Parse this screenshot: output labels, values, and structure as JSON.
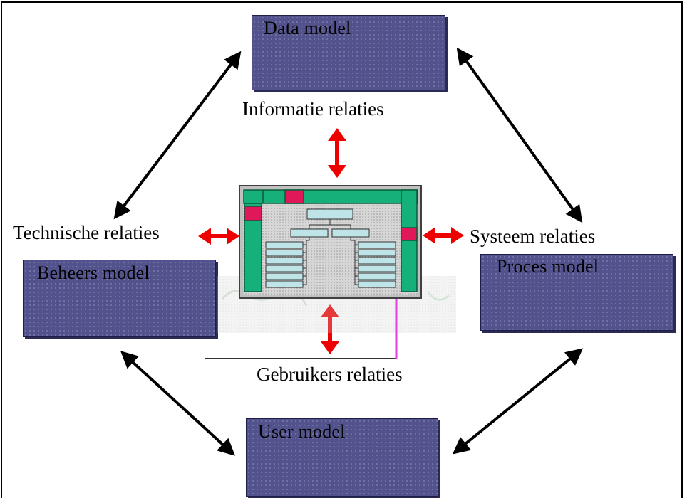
{
  "models": {
    "data": "Data model",
    "beheers": "Beheers model",
    "proces": "Proces model",
    "user": "User model"
  },
  "relations": {
    "informatie": "Informatie relaties",
    "technische": "Technische relaties",
    "systeem": "Systeem relaties",
    "gebruikers": "Gebruikers relaties"
  },
  "colors": {
    "box_fill": "#52528c",
    "arrow_black": "#000000",
    "arrow_red": "#ee0000",
    "screen_green": "#16b07a",
    "screen_magenta": "#e0185a",
    "screen_grey": "#bdbdbd"
  }
}
